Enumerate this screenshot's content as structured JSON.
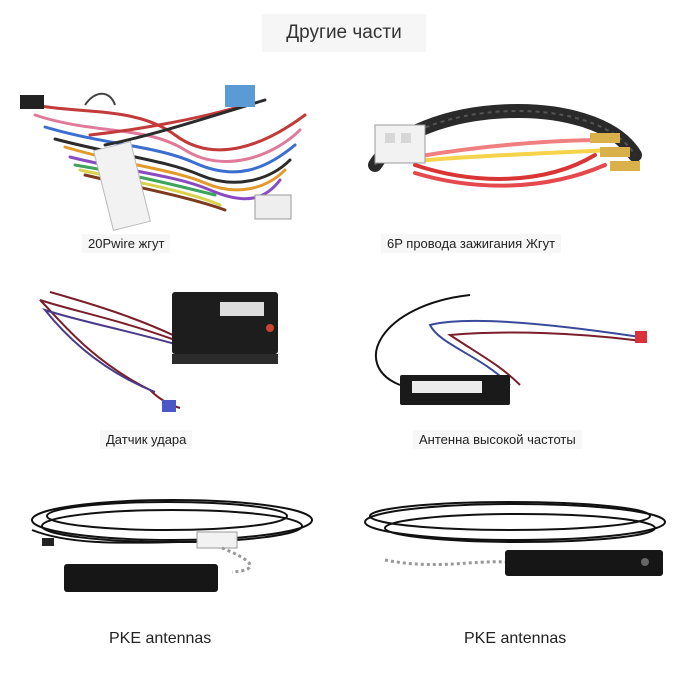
{
  "title": "Другие части",
  "items": [
    {
      "label": "20Pwire жгут"
    },
    {
      "label": "6P провода зажигания Жгут"
    },
    {
      "label": "Датчик удара"
    },
    {
      "label": "Антенна высокой частоты"
    },
    {
      "label": "PKE antennas"
    },
    {
      "label": "PKE antennas"
    }
  ]
}
